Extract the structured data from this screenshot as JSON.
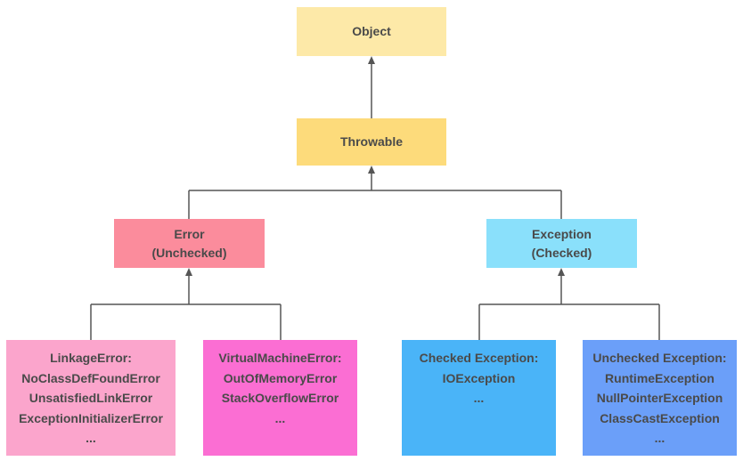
{
  "nodes": {
    "object": {
      "lines": [
        "Object"
      ],
      "color": "#fde9a8"
    },
    "throwable": {
      "lines": [
        "Throwable"
      ],
      "color": "#fddb7b"
    },
    "error": {
      "lines": [
        "Error",
        "(Unchecked)"
      ],
      "color": "#fb8c9c"
    },
    "exception": {
      "lines": [
        "Exception",
        "(Checked)"
      ],
      "color": "#8ae0fb"
    },
    "linkage": {
      "lines": [
        "LinkageError:",
        "NoClassDefFoundError",
        "UnsatisfiedLinkError",
        "ExceptionInitializerError",
        "..."
      ],
      "color": "#fba5cc"
    },
    "vm": {
      "lines": [
        "VirtualMachineError:",
        "OutOfMemoryError",
        "StackOverflowError",
        "..."
      ],
      "color": "#fb6ed3"
    },
    "checked": {
      "lines": [
        "Checked Exception:",
        "IOException",
        "..."
      ],
      "color": "#4ab4f8"
    },
    "unchecked": {
      "lines": [
        "Unchecked Exception:",
        "RuntimeException",
        "NullPointerException",
        "ClassCastException",
        "..."
      ],
      "color": "#6b9ff9"
    }
  },
  "edge_color": "#555555"
}
